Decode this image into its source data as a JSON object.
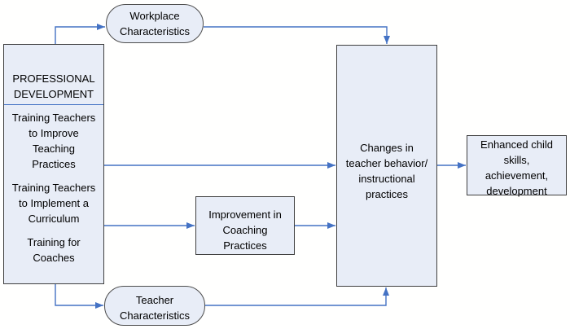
{
  "diagram": {
    "colors": {
      "background": "#ffffff",
      "box_fill": "#e8edf7",
      "box_border": "#3f3f3f",
      "stadium_border": "#4d4d4d",
      "arrow": "#4472c4",
      "divider": "#4472c4",
      "text": "#000000"
    },
    "nodes": {
      "professional_development": {
        "title": "PROFESSIONAL DEVELOPMENT",
        "items": [
          "Training Teachers to Improve Teaching Practices",
          "Training Teachers to Implement a Curriculum",
          "Training for Coaches"
        ]
      },
      "workplace_characteristics": {
        "label": "Workplace Characteristics"
      },
      "teacher_characteristics": {
        "label": "Teacher Characteristics"
      },
      "improvement_coaching": {
        "label": "Improvement in Coaching Practices"
      },
      "teacher_changes": {
        "label": "Changes in teacher behavior/ instructional practices"
      },
      "enhanced_child": {
        "label": "Enhanced child skills, achievement, development"
      }
    },
    "edges": [
      {
        "from": "professional_development",
        "to": "workplace_characteristics"
      },
      {
        "from": "workplace_characteristics",
        "to": "teacher_changes"
      },
      {
        "from": "professional_development",
        "to": "teacher_changes"
      },
      {
        "from": "professional_development",
        "to": "improvement_coaching"
      },
      {
        "from": "improvement_coaching",
        "to": "teacher_changes"
      },
      {
        "from": "professional_development",
        "to": "teacher_characteristics"
      },
      {
        "from": "teacher_characteristics",
        "to": "teacher_changes"
      },
      {
        "from": "teacher_changes",
        "to": "enhanced_child"
      }
    ]
  }
}
